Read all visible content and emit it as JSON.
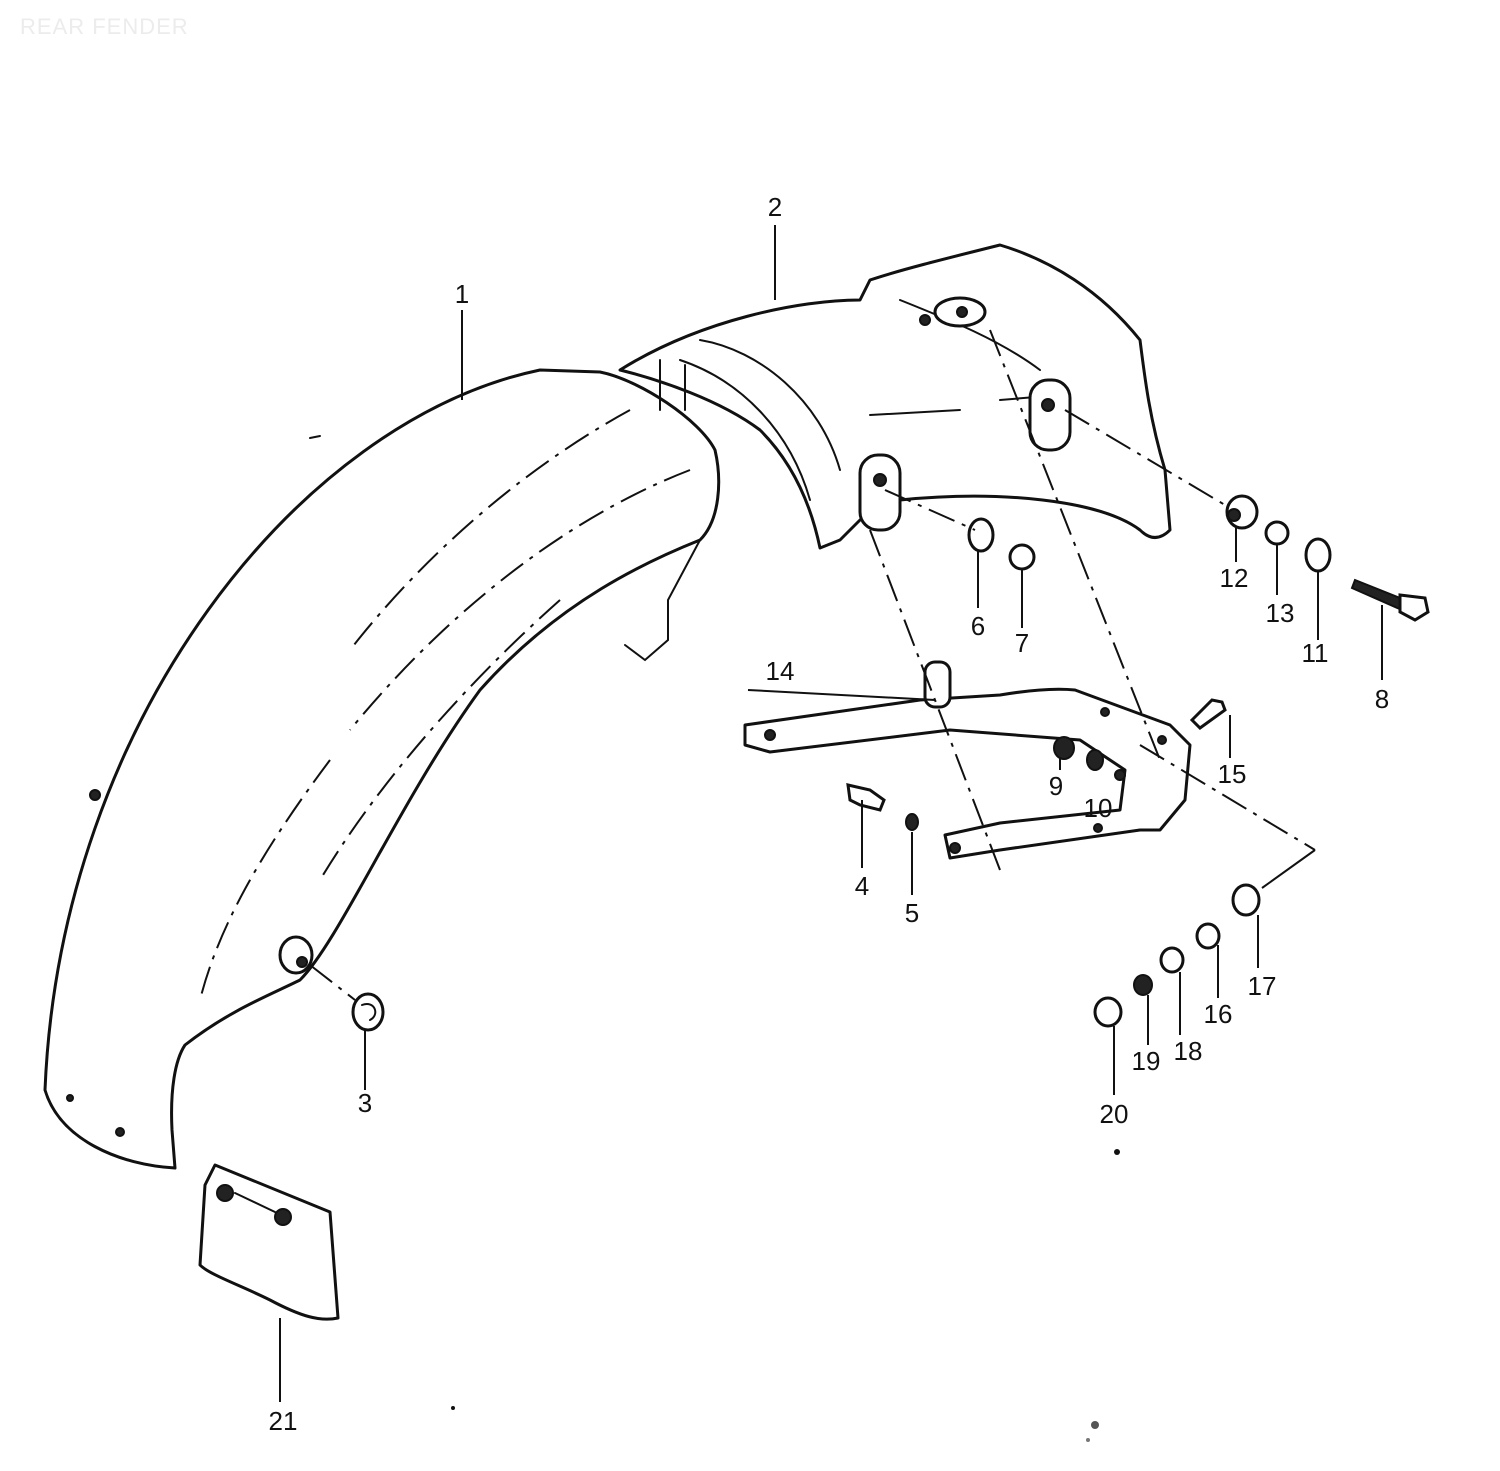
{
  "title": "REAR FENDER",
  "colors": {
    "line": "#111111",
    "background": "#ffffff",
    "title": "#ececec"
  },
  "callouts": [
    {
      "id": "1",
      "label": "1"
    },
    {
      "id": "2",
      "label": "2"
    },
    {
      "id": "3",
      "label": "3"
    },
    {
      "id": "4",
      "label": "4"
    },
    {
      "id": "5",
      "label": "5"
    },
    {
      "id": "6",
      "label": "6"
    },
    {
      "id": "7",
      "label": "7"
    },
    {
      "id": "8",
      "label": "8"
    },
    {
      "id": "9",
      "label": "9"
    },
    {
      "id": "10",
      "label": "10"
    },
    {
      "id": "11",
      "label": "11"
    },
    {
      "id": "12",
      "label": "12"
    },
    {
      "id": "13",
      "label": "13"
    },
    {
      "id": "14",
      "label": "14"
    },
    {
      "id": "15",
      "label": "15"
    },
    {
      "id": "16",
      "label": "16"
    },
    {
      "id": "17",
      "label": "17"
    },
    {
      "id": "18",
      "label": "18"
    },
    {
      "id": "19",
      "label": "19"
    },
    {
      "id": "20",
      "label": "20"
    },
    {
      "id": "21",
      "label": "21"
    }
  ]
}
